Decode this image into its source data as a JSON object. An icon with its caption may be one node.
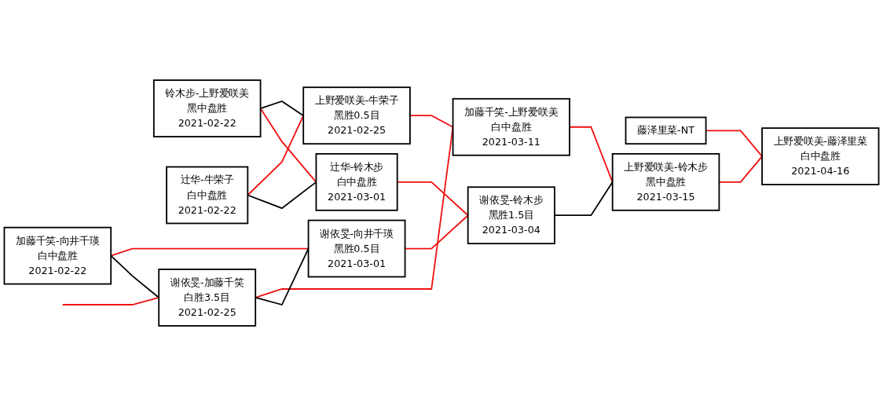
{
  "diagram": {
    "nodes": [
      {
        "text": [
          "铃木步-上野爱咲美",
          "黑中盘胜",
          "2021-02-22"
        ]
      },
      {
        "text": [
          "辻华-牛荣子",
          "白中盘胜",
          "2021-02-22"
        ]
      },
      {
        "text": [
          "加藤千笑-向井千瑛",
          "白中盘胜",
          "2021-02-22"
        ]
      },
      {
        "text": [
          "谢依旻-加藤千笑",
          "白胜3.5目",
          "2021-02-25"
        ]
      },
      {
        "text": [
          "上野爱咲美-牛荣子",
          "黑胜0.5目",
          "2021-02-25"
        ]
      },
      {
        "text": [
          "谢依旻-向井千瑛",
          "黑胜0.5目",
          "2021-03-01"
        ]
      },
      {
        "text": [
          "辻华-铃木步",
          "白中盘胜",
          "2021-03-01"
        ]
      },
      {
        "text": [
          "加藤千笑-上野爱咲美",
          "白中盘胜",
          "2021-03-11"
        ]
      },
      {
        "text": [
          "谢依旻-铃木步",
          "黑胜1.5目",
          "2021-03-04"
        ]
      },
      {
        "text": [
          "藤泽里菜-NT"
        ]
      },
      {
        "text": [
          "上野爱咲美-铃木步",
          "黑中盘胜",
          "2021-03-15"
        ]
      },
      {
        "text": [
          "上野爱咲美-藤泽里菜",
          "白中盘胜",
          "2021-04-16"
        ]
      }
    ],
    "edges": [
      {
        "from": 0,
        "to": 4,
        "arrow": "none",
        "color": "#000000"
      },
      {
        "from": 0,
        "to": 6,
        "arrow": "none"
      },
      {
        "from": 1,
        "to": 4,
        "arrow": "none"
      },
      {
        "from": 1,
        "to": 6,
        "arrow": "none",
        "color": "#000000"
      },
      {
        "from": 2,
        "to": 5,
        "arrow": "none"
      },
      {
        "from": 2,
        "to": 3,
        "arrow": "none",
        "color": "#000000"
      },
      {
        "from": null,
        "to": 3,
        "arrow": "none"
      },
      {
        "from": 3,
        "to": 7,
        "arrow": "none"
      },
      {
        "from": 3,
        "to": 5,
        "arrow": "none",
        "color": "#000000"
      },
      {
        "from": 4,
        "to": 7,
        "arrow": "none"
      },
      {
        "from": 5,
        "to": 8,
        "arrow": "none"
      },
      {
        "from": 6,
        "to": 8,
        "arrow": "none"
      },
      {
        "from": 7,
        "to": 10,
        "arrow": "none"
      },
      {
        "from": 8,
        "to": 10,
        "arrow": "none",
        "color": "#000000"
      },
      {
        "from": 9,
        "to": 11,
        "arrow": "none"
      },
      {
        "from": 10,
        "to": 11,
        "arrow": "none"
      }
    ]
  }
}
